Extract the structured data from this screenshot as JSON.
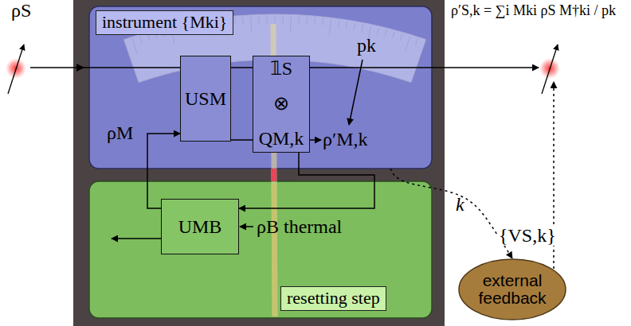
{
  "diagram": {
    "nodes": [
      {
        "text": [
          "instrument {Mki}"
        ]
      },
      {
        "text": [
          "USM"
        ],
        "in": 0
      },
      {
        "text": [
          "𝟙S",
          "⊗",
          "QM,k"
        ],
        "in": 0
      },
      {
        "text": [
          "resetting step"
        ]
      },
      {
        "text": [
          "UMB"
        ],
        "in": 3
      },
      {
        "text": [
          "external feedback"
        ]
      }
    ],
    "edges": [
      {
        "from": 1,
        "to": 2,
        "arrow": "none"
      },
      {
        "from": 2,
        "to": 4,
        "arrow": "to"
      },
      {
        "from": 4,
        "to": 1,
        "arrow": "to"
      },
      {
        "from": 0,
        "to": 5,
        "arrow": "to",
        "label": "k"
      }
    ],
    "labels": [
      "ρS",
      "ρ′S,k = ∑i Mki ρS M†ki / pk",
      "ρM",
      "ρ′M,k",
      "pk",
      "ρB thermal",
      "{VS,k}"
    ]
  }
}
